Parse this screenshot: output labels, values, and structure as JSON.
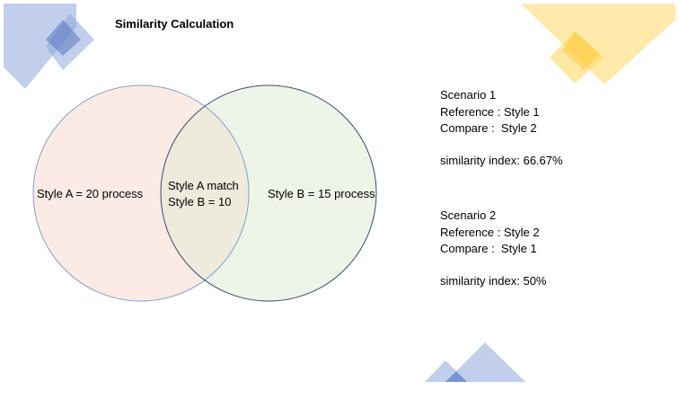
{
  "title": "Similarity Calculation",
  "colors": {
    "circle_a_fill": "#fcebe4",
    "circle_a_stroke": "#7f9fd0",
    "circle_b_fill": "#eef5e8",
    "circle_b_stroke": "#3c4a6a",
    "overlap_fill": "#eeebdc",
    "deco_blue": "#8ea7dd",
    "deco_blue_dark": "#5a76c2",
    "deco_yellow": "#ffd966",
    "deco_yellow_dark": "#ffc62e"
  },
  "venn": {
    "set_a_label": "Style A = 20 process",
    "overlap_line1": "Style A match",
    "overlap_line2": "Style B = 10",
    "set_b_label": "Style B = 15 process"
  },
  "scenarios": [
    {
      "title": "Scenario 1",
      "reference": "Reference : Style 1",
      "compare": "Compare :  Style 2",
      "similarity": "similarity index: 66.67%"
    },
    {
      "title": "Scenario 2",
      "reference": "Reference : Style 2",
      "compare": "Compare :  Style 1",
      "similarity": "similarity index: 50%"
    }
  ]
}
